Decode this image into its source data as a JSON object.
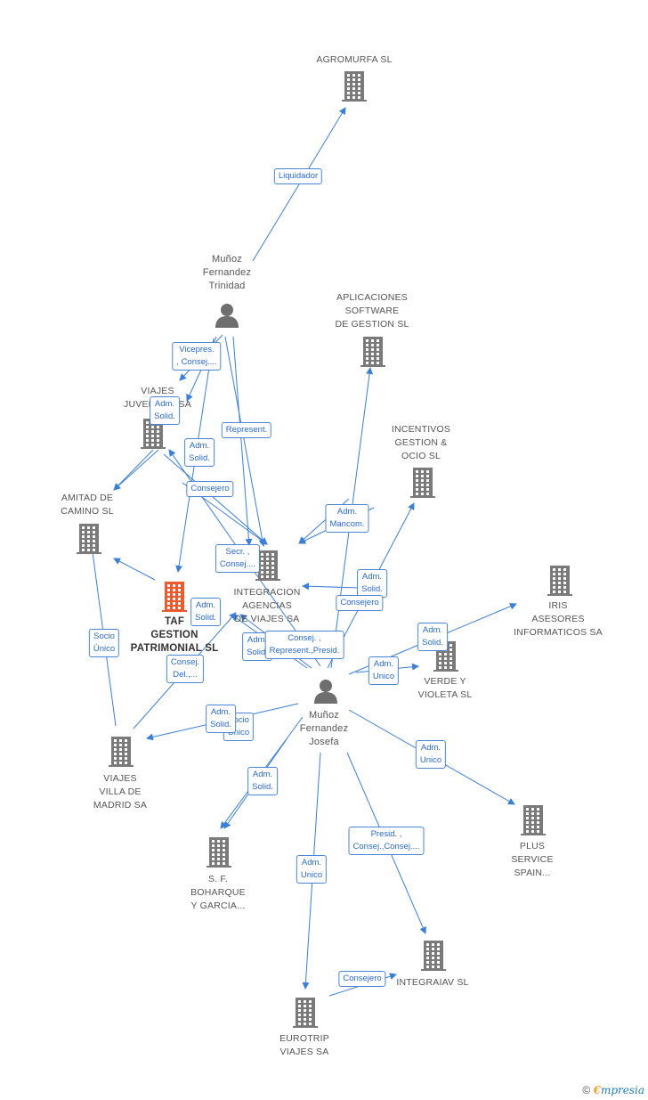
{
  "colors": {
    "edge": "#3b7fd9",
    "company": "#7a7a7a",
    "main_company": "#ee5a2c",
    "person": "#6e6e6e"
  },
  "nodes": {
    "agromurfa": {
      "label": "AGROMURFA SL",
      "type": "company"
    },
    "trinidad": {
      "label": "Muñoz\nFernandez\nTrinidad",
      "type": "person"
    },
    "aplicaciones": {
      "label": "APLICACIONES\nSOFTWARE\nDE GESTION SL",
      "type": "company"
    },
    "juvenalia": {
      "label": "VIAJES\nJUVENALIA SA",
      "type": "company"
    },
    "incentivos": {
      "label": "INCENTIVOS\nGESTION &\nOCIO SL",
      "type": "company"
    },
    "amitad": {
      "label": "AMITAD DE\nCAMINO SL",
      "type": "company"
    },
    "taf": {
      "label": "TAF\nGESTION\nPATRIMONIAL SL",
      "type": "main"
    },
    "integracion": {
      "label": "INTEGRACION\nAGENCIAS\nDE VIAJES SA",
      "type": "company"
    },
    "iris": {
      "label": "IRIS\nASESORES\nINFORMATICOS SA",
      "type": "company"
    },
    "verde": {
      "label": "VERDE Y\nVIOLETA SL",
      "type": "company"
    },
    "josefa": {
      "label": "Muñoz\nFernandez\nJosefa",
      "type": "person"
    },
    "villa": {
      "label": "VIAJES\nVILLA DE\nMADRID SA",
      "type": "company"
    },
    "plus": {
      "label": "PLUS\nSERVICE\nSPAIN...",
      "type": "company"
    },
    "boharque": {
      "label": "S. F.\nBOHARQUE\nY GARCIA...",
      "type": "company"
    },
    "integraiav": {
      "label": "INTEGRAIAV SL",
      "type": "company"
    },
    "eurotrip": {
      "label": "EUROTRIP\nVIAJES SA",
      "type": "company"
    }
  },
  "edge_labels": {
    "liquidador": "Liquidador",
    "vicepres": "Vicepres.\n, Consej....",
    "adm_solid_1": "Adm.\nSolid.",
    "represent": "Represent.",
    "adm_solid_2": "Adm.\nSolid.",
    "consejero_1": "Consejero",
    "adm_mancom": "Adm.\nMancom.",
    "secr": "Secr. ,\nConsej....",
    "adm_solid_3": "Adm.\nSolid.",
    "consejero_2": "Consejero",
    "adm_solid_4": "Adm.\nSolid.",
    "adm_solid_5": "Adm.\nSolid.",
    "adm_solid_6": "Adm.\nSolid.",
    "consej_represent": "Consej. ,\nRepresent.,Presid.",
    "adm_unico_1": "Adm.\nUnico",
    "socio_unico": "Socio\nÚnico",
    "consej_del": "Consej.\nDel.,...",
    "adm_solid_7": "Adm.\nSolid.",
    "socio_unico_2": "Socio\nÚnico",
    "adm_unico_2": "Adm.\nUnico",
    "adm_solid_8": "Adm.\nSolid.",
    "presid_consej": "Presid. ,\nConsej.,Consej....",
    "adm_unico_3": "Adm.\nUnico",
    "consejero_3": "Consejero"
  },
  "footer": {
    "copyright": "©",
    "brand_e": "€",
    "brand_rest": "mpresia"
  }
}
